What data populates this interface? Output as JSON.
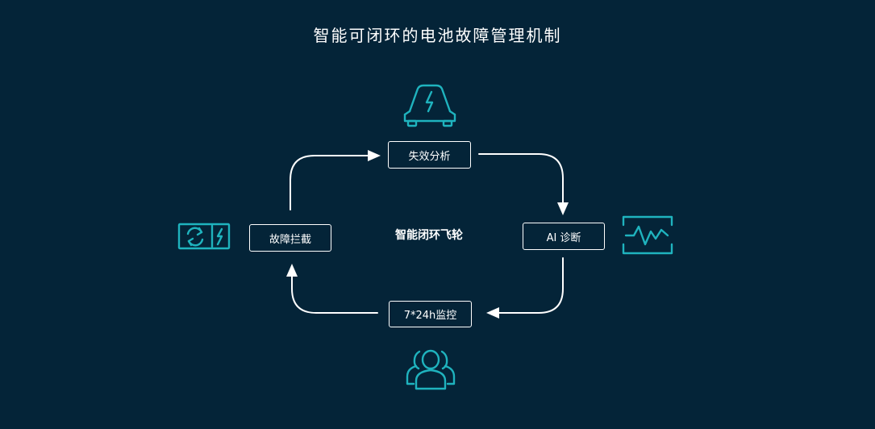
{
  "title": "智能可闭环的电池故障管理机制",
  "center_label": "智能闭环飞轮",
  "nodes": {
    "top": "失效分析",
    "right": "AI 诊断",
    "bottom": "7*24h监控",
    "left": "故障拦截"
  },
  "icons": {
    "top": "electric-car-icon",
    "right": "waveform-monitor-icon",
    "bottom": "user-group-icon",
    "left": "battery-refresh-icon"
  },
  "colors": {
    "background": "#042438",
    "accent": "#1fb3be",
    "line": "#ffffff"
  }
}
